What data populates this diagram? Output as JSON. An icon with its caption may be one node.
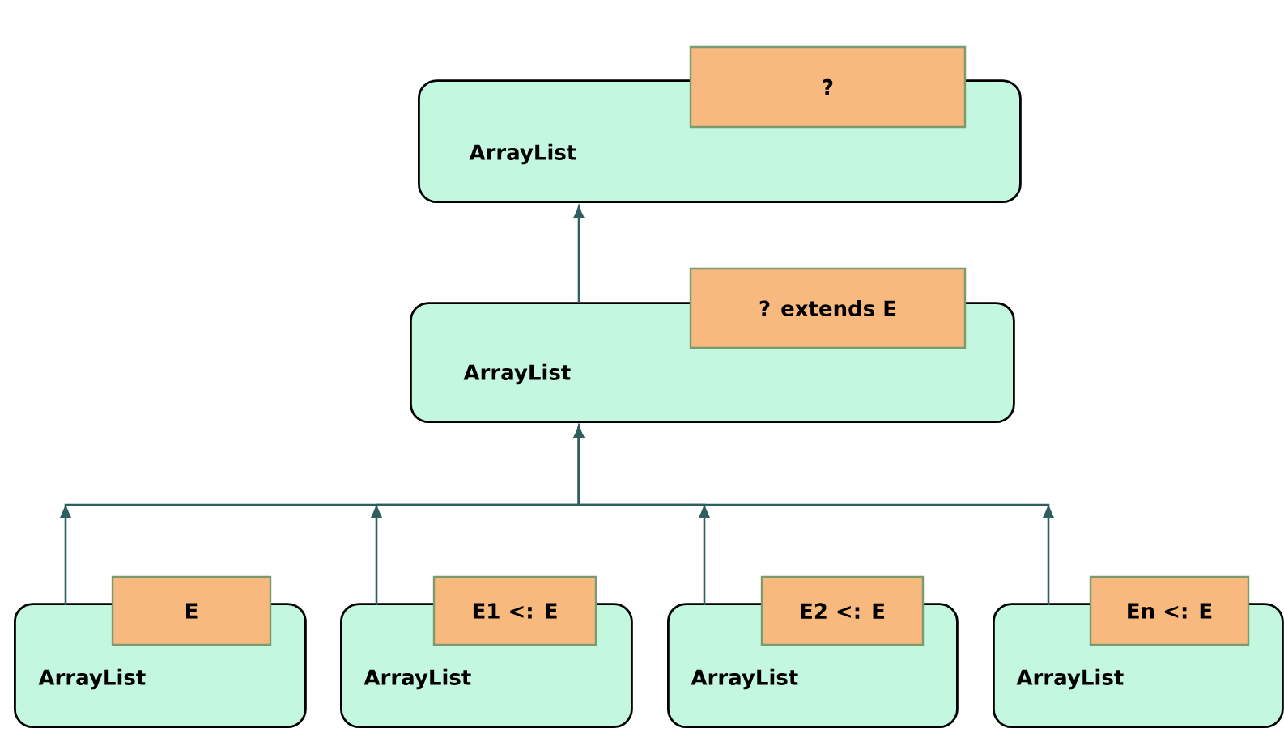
{
  "diagram": {
    "nodes": [
      {
        "text": [
          "ArrayList"
        ]
      },
      {
        "text": [
          "?"
        ]
      },
      {
        "text": [
          "ArrayList"
        ]
      },
      {
        "text": [
          "? extends E"
        ]
      },
      {
        "text": [
          "ArrayList"
        ]
      },
      {
        "text": [
          "E"
        ]
      },
      {
        "text": [
          "ArrayList"
        ]
      },
      {
        "text": [
          "E1 <: E"
        ]
      },
      {
        "text": [
          "ArrayList"
        ]
      },
      {
        "text": [
          "E2 <: E"
        ]
      },
      {
        "text": [
          "ArrayList"
        ]
      },
      {
        "text": [
          "En <: E"
        ]
      }
    ],
    "edges": [
      {
        "from": 2,
        "to": 0,
        "arrow": "to"
      },
      {
        "from": 4,
        "to": 2,
        "arrow": "to"
      },
      {
        "from": 6,
        "to": 2,
        "arrow": "to"
      },
      {
        "from": 8,
        "to": 2,
        "arrow": "to"
      },
      {
        "from": 10,
        "to": 2,
        "arrow": "to"
      }
    ]
  }
}
